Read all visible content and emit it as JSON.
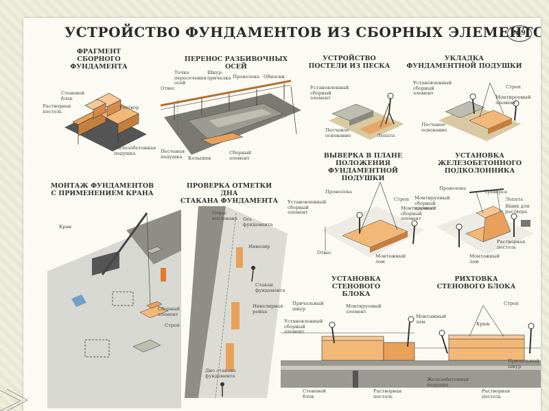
{
  "title": "УСТРОЙСТВО ФУНДАМЕНТОВ ИЗ СБОРНЫХ ЭЛЕМЕНТОВ",
  "sheet_number": "№9",
  "panels": {
    "fragment": {
      "title": "ФРАГМЕНТ\nСБОРНОГО ФУНДАМЕНТА",
      "labels": {
        "wall_block": "Стеновой\nблок",
        "bed": "Растворная\nпостель",
        "mortar": "Раствор",
        "pad": "Железобетонная\nподушка"
      }
    },
    "axes": {
      "title": "ПЕРЕНОС РАЗБИВОЧНЫХ ОСЕЙ",
      "labels": {
        "point": "Точка\nпересечения\nосей",
        "plumb": "Отвес",
        "twine": "Шнур-\nпричалка",
        "wire": "Проволока",
        "casting": "Обноски",
        "sand_bed": "Песчаная\nподушка",
        "peg": "Колышек",
        "element": "Сборный\nэлемент"
      }
    },
    "sand": {
      "title": "УСТРОЙСТВО\nПОСТЕЛИ ИЗ ПЕСКА",
      "labels": {
        "installed": "Установленный\nсборный\nэлемент",
        "base": "Песчаное\nоснование",
        "shovel": "Лопата"
      }
    },
    "pad_laying": {
      "title": "УКЛАДКА\nФУНДАМЕНТНОЙ ПОДУШКИ",
      "labels": {
        "installed": "Установленный\nсборный\nэлемент",
        "sling": "Строп",
        "mounted": "Монтируемый\nэлемент",
        "base": "Песчаное\nоснование"
      }
    },
    "crane": {
      "title": "МОНТАЖ ФУНДАМЕНТОВ\nС ПРИМЕНЕНИЕМ КРАНА",
      "labels": {
        "crane": "Кран",
        "element": "Сборный\nэлемент",
        "sling": "Строп"
      }
    },
    "level": {
      "title": "ПРОВЕРКА ОТМЕТКИ ДНА\nСТАКАНА ФУНДАМЕНТА",
      "labels": {
        "slope": "Откос\nкотлована",
        "axis": "Ось\nфундамента",
        "leveler": "Нивелир",
        "staff": "Стакан\nфундамента",
        "rod": "Нивелирная\nрейка",
        "bottom": "Дно стакана\nфундамента"
      }
    },
    "align": {
      "title": "ВЫВЕРКА В ПЛАНЕ\nПОЛОЖЕНИЯ\nФУНДАМЕНТНОЙ ПОДУШКИ",
      "labels": {
        "wire": "Проволока",
        "installed": "Установленный\nсборный\nэлемент",
        "sling": "Строп",
        "mounted": "Монтируемый\nсборный\nэлемент",
        "plumb": "Отвес",
        "crowbar": "Монтажный\nлом"
      }
    },
    "column": {
      "title": "УСТАНОВКА\nЖЕЛЕЗОБЕТОННОГО\nПОДКОЛОННИКА",
      "labels": {
        "wire": "Проволока",
        "traverse": "Траверса",
        "mounted": "Монтируемый\nсборный\nэлемент",
        "shovel": "Лопата",
        "box": "Ящик для\nраствора",
        "bed": "Растворная\nпостель",
        "crowbar": "Монтажный\nлом"
      }
    },
    "wallblock": {
      "title": "УСТАНОВКА\nСТЕНОВОГО БЛОКА",
      "labels": {
        "cord": "Причальный\nшнур",
        "mounted": "Монтируемый\nэлемент",
        "installed": "Установленный\nсборный\nэлемент",
        "block": "Стеновой\nблок",
        "bed": "Растворная\nпостель"
      }
    },
    "adjust": {
      "title": "РИХТОВКА\nСТЕНОВОГО БЛОКА",
      "labels": {
        "sling": "Строп",
        "crowbar": "Монтажный\nлом",
        "hook": "Крюк",
        "cord": "Причальный\nшнур",
        "pad": "Железобетонная\nподушка",
        "bed": "Растворная\nпостель"
      }
    }
  },
  "colors": {
    "block": "#e8a05a",
    "block_light": "#f6c896",
    "soil": "#6b6b6b",
    "ink": "#333333"
  }
}
